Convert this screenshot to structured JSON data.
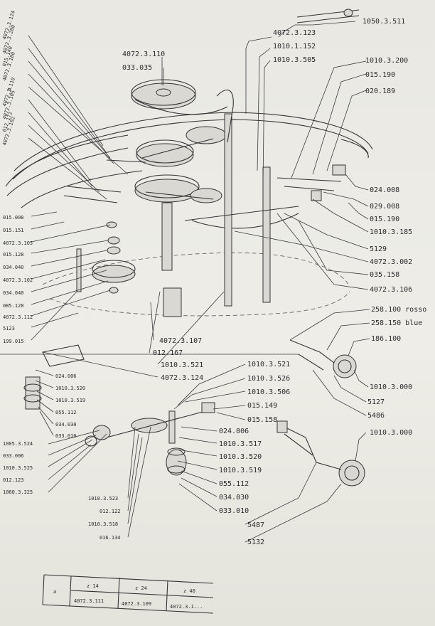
{
  "labels": {
    "top": [
      "1050.3.511",
      "4072.3.123",
      "1010.1.152",
      "1010.3.505",
      "4072.3.110",
      "033.035"
    ],
    "right_top": [
      "1010.3.200",
      "015.190",
      "020.189"
    ],
    "right_mid": [
      "024.008",
      "029.008",
      "015.190",
      "1010.3.185",
      "5129",
      "4072.3.002",
      "035.158",
      "4072.3.106"
    ],
    "right_lower": [
      "258.100 rosso",
      "258.150 blue",
      "186.100",
      "1010.3.000",
      "5127",
      "5486"
    ],
    "right_bottom": [
      "1010.3.000",
      "5487",
      "5132"
    ],
    "left_rotated": [
      "4072.3.124",
      "4072.3.200",
      "015.140",
      "4072.3.100",
      "a",
      "4072.3.110",
      "4072.3.105",
      "012.172",
      "4072.3.102"
    ],
    "left_small": [
      "015.008",
      "015.151",
      "4072.3.105",
      "015.128",
      "034.040",
      "4072.3.102",
      "034.040",
      "085.128",
      "4072.3.112",
      "5123",
      "199.015"
    ],
    "center": [
      "4072.3.107",
      "012.167",
      "1010.3.521",
      "4072.3.124"
    ],
    "left_lower": [
      "024.006",
      "1010.3.520",
      "1010.3.519",
      "055.112",
      "034.030",
      "033.010"
    ],
    "left_bottom": [
      "1005.3.524",
      "033.006",
      "1010.3.525",
      "012.123",
      "1060.3.325"
    ],
    "center_lower": [
      "1010.3.521",
      "1010.3.526",
      "1010.3.506",
      "015.149",
      "015.158",
      "024.006",
      "1010.3.517",
      "1010.3.520",
      "1010.3.519",
      "055.112",
      "034.030",
      "033.010"
    ],
    "center_bottom": [
      "1010.3.523",
      "012.122",
      "1010.3.518",
      "016.134"
    ]
  },
  "table": {
    "corner": "a",
    "headers": [
      "z 14",
      "z 24",
      "z 40"
    ],
    "values": [
      "4072.3.111",
      "4072.3.109",
      "4072.3.1..."
    ]
  }
}
